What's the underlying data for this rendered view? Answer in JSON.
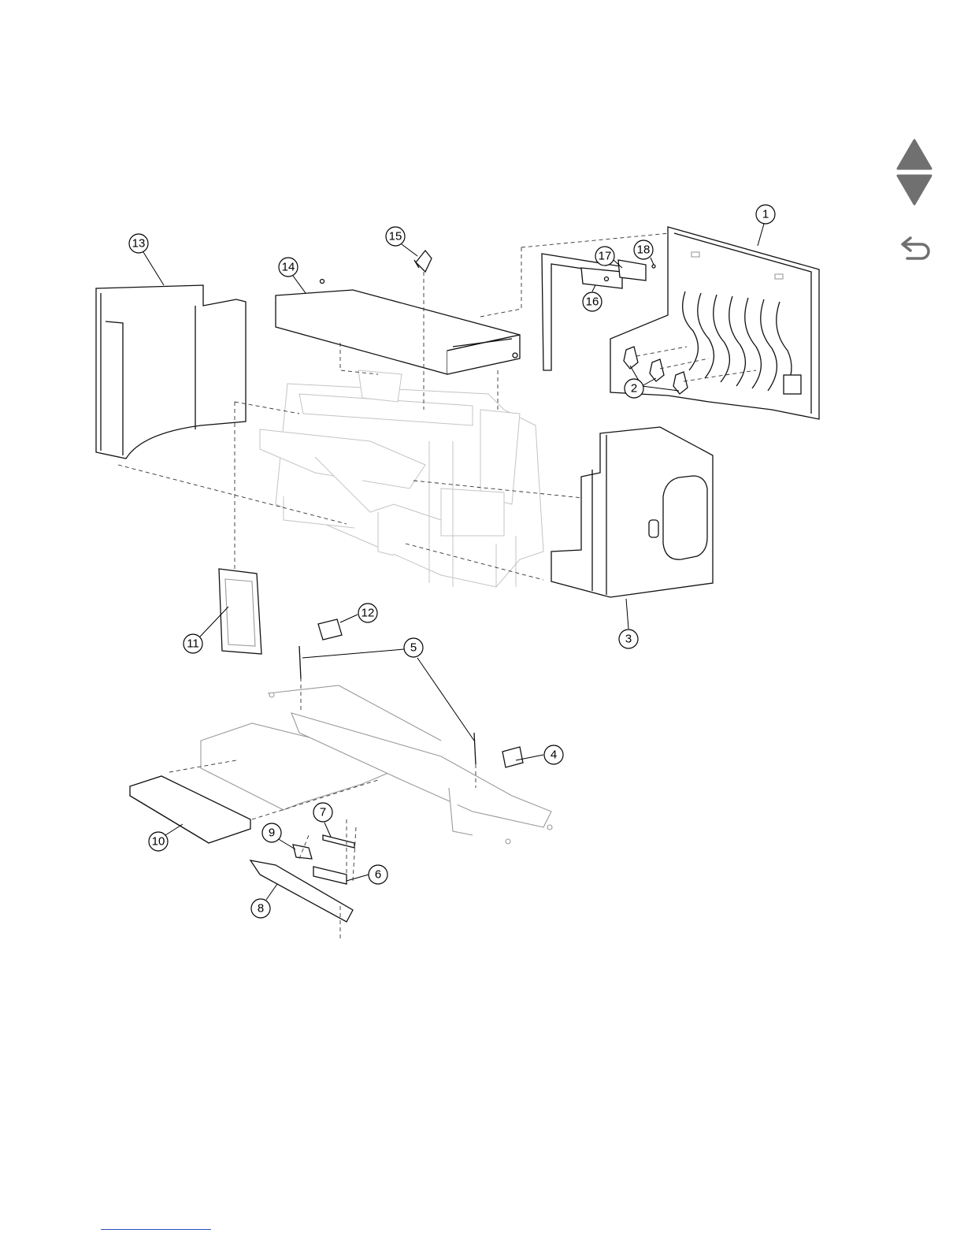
{
  "nav": {
    "up_icon": "triangle-up-icon",
    "down_icon": "triangle-down-icon",
    "back_icon": "return-arrow-icon",
    "icon_color": "#707070"
  },
  "callouts": {
    "c1": "1",
    "c2": "2",
    "c3": "3",
    "c4": "4",
    "c5": "5",
    "c6": "6",
    "c7": "7",
    "c8": "8",
    "c9": "9",
    "c10": "10",
    "c11": "11",
    "c12": "12",
    "c13": "13",
    "c14": "14",
    "c15": "15",
    "c16": "16",
    "c17": "17",
    "c18": "18"
  }
}
